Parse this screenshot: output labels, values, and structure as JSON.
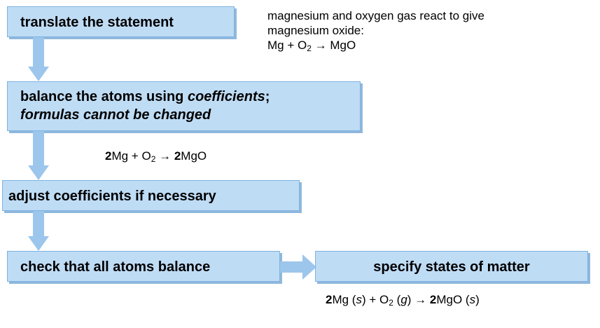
{
  "steps": {
    "translate": "translate the statement",
    "balance_prefix": "balance the atoms using ",
    "balance_coefficients": "coefficients",
    "balance_semicolon": ";",
    "balance_line2": "formulas cannot be changed",
    "adjust": "adjust coefficients if necessary",
    "check": "check that all atoms balance",
    "specify": "specify states of matter"
  },
  "notes": {
    "translate_line1": "magnesium and oxygen gas react to give",
    "translate_line2": "magnesium oxide:",
    "eq1": {
      "mg": "Mg + O",
      "sub2": "2",
      "arrow_prod": " → MgO"
    },
    "eq2": {
      "coef1": "2",
      "mg": "Mg + O",
      "sub2": "2",
      "arrow": " → ",
      "coef2": "2",
      "prod": "MgO"
    },
    "eq3": {
      "coef1": "2",
      "mg": "Mg (",
      "s1": "s",
      "close1": ") + O",
      "sub2": "2",
      "open2": " (",
      "g": "g",
      "close2": ") → ",
      "coef2": "2",
      "prod": "MgO (",
      "s2": "s",
      "close3": ")"
    }
  },
  "colors": {
    "box_fill": "#bfdcf5",
    "arrow_fill": "#9cc6ec"
  }
}
